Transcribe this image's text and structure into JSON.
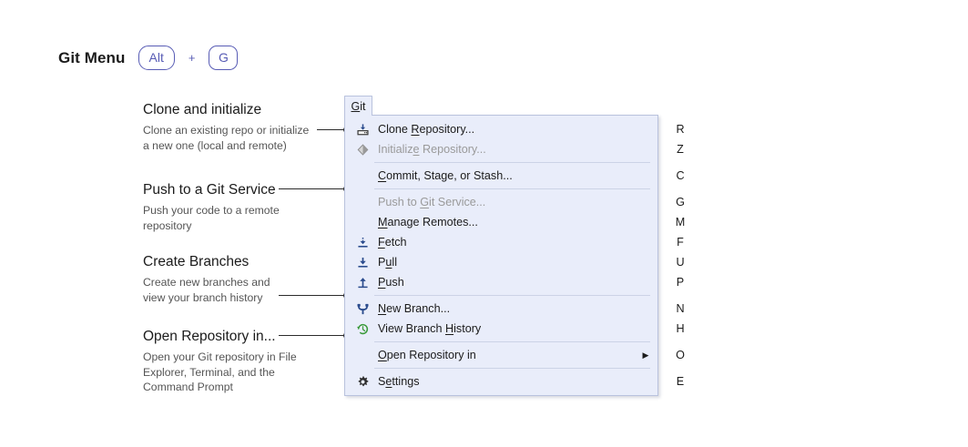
{
  "header": {
    "title": "Git Menu",
    "keys": [
      "Alt",
      "G"
    ],
    "separator": "+"
  },
  "callouts": [
    {
      "id": "clone",
      "title": "Clone and initialize",
      "desc_line1": "Clone an existing repo or initialize",
      "desc_line2": "a new one (local and remote)",
      "desc_line3": ""
    },
    {
      "id": "push",
      "title": "Push to a Git Service",
      "desc_line1": "Push your code to a remote",
      "desc_line2": "repository",
      "desc_line3": ""
    },
    {
      "id": "branch",
      "title": "Create Branches",
      "desc_line1": "Create new branches and",
      "desc_line2": "view your branch history",
      "desc_line3": ""
    },
    {
      "id": "openrepo",
      "title": "Open Repository in...",
      "desc_line1": "Open your Git repository in File",
      "desc_line2": "Explorer, Terminal, and the",
      "desc_line3": "Command Prompt"
    }
  ],
  "menu": {
    "tab_label_pre": "",
    "tab_label_accel": "G",
    "tab_label_post": "it",
    "items": [
      {
        "pre": "Clone ",
        "accel": "R",
        "post": "epository...",
        "icon": "clone-repository-icon",
        "disabled": false,
        "submenu": false,
        "sep_after": false
      },
      {
        "pre": "Initializ",
        "accel": "e",
        "post": " Repository...",
        "icon": "initialize-repository-icon",
        "disabled": true,
        "submenu": false,
        "sep_after": true
      },
      {
        "pre": "",
        "accel": "C",
        "post": "ommit, Stage, or Stash...",
        "icon": "none",
        "disabled": false,
        "submenu": false,
        "sep_after": true
      },
      {
        "pre": "Push to ",
        "accel": "G",
        "post": "it Service...",
        "icon": "none",
        "disabled": true,
        "submenu": false,
        "sep_after": false
      },
      {
        "pre": "",
        "accel": "M",
        "post": "anage Remotes...",
        "icon": "none",
        "disabled": false,
        "submenu": false,
        "sep_after": false
      },
      {
        "pre": "",
        "accel": "F",
        "post": "etch",
        "icon": "fetch-icon",
        "disabled": false,
        "submenu": false,
        "sep_after": false
      },
      {
        "pre": "P",
        "accel": "u",
        "post": "ll",
        "icon": "pull-icon",
        "disabled": false,
        "submenu": false,
        "sep_after": false
      },
      {
        "pre": "",
        "accel": "P",
        "post": "ush",
        "icon": "push-icon",
        "disabled": false,
        "submenu": false,
        "sep_after": true
      },
      {
        "pre": "",
        "accel": "N",
        "post": "ew Branch...",
        "icon": "new-branch-icon",
        "disabled": false,
        "submenu": false,
        "sep_after": false
      },
      {
        "pre": "View Branch ",
        "accel": "H",
        "post": "istory",
        "icon": "branch-history-icon",
        "disabled": false,
        "submenu": false,
        "sep_after": true
      },
      {
        "pre": "",
        "accel": "O",
        "post": "pen Repository in",
        "icon": "none",
        "disabled": false,
        "submenu": true,
        "sep_after": true
      },
      {
        "pre": "S",
        "accel": "e",
        "post": "ttings",
        "icon": "settings-icon",
        "disabled": false,
        "submenu": false,
        "sep_after": false
      }
    ],
    "submenu_arrow": "▶"
  },
  "accelerators": [
    "R",
    "Z",
    "C",
    "G",
    "M",
    "F",
    "U",
    "P",
    "N",
    "H",
    "O",
    "E"
  ],
  "colors": {
    "menu_background": "#e9edfa",
    "menu_border": "#b9c2dd",
    "separator": "#ccd3e6",
    "keycap": "#585cb5",
    "icon_blue": "#2a4b8d",
    "icon_green": "#3a9a3a",
    "disabled_text": "#9a9a9a",
    "body_text": "#1b1b1b",
    "desc_text": "#555555"
  }
}
